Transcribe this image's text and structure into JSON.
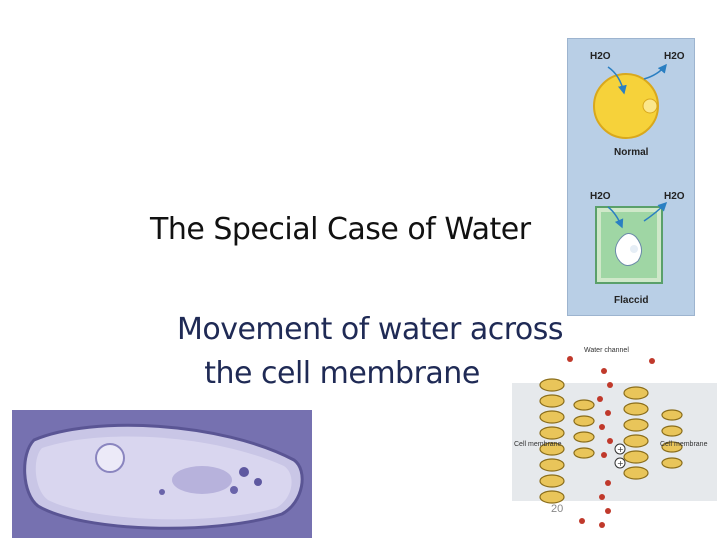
{
  "slide": {
    "title": "The Special Case of Water",
    "subtitle_line1": "Movement of water across",
    "subtitle_line2": "the cell membrane",
    "page_number": "20"
  },
  "osmosis_figure": {
    "h2o_tl": "H2O",
    "h2o_tr": "H2O",
    "normal_label": "Normal",
    "h2o_bl": "H2O",
    "h2o_br": "H2O",
    "flaccid_label": "Flaccid"
  },
  "channel_figure": {
    "water_channel_label": "Water channel",
    "cell_membrane_left": "Cell membrane",
    "cell_membrane_right": "Cell membrane"
  },
  "colors": {
    "title": "#111111",
    "subtitle": "#1f2a55",
    "figure_bg": "#b9cfe6",
    "cell_yellow": "#f6d23a",
    "cell_green": "#7fc98a",
    "paramecium_bg": "#7671b0",
    "arrow_blue": "#2a7fc2"
  }
}
